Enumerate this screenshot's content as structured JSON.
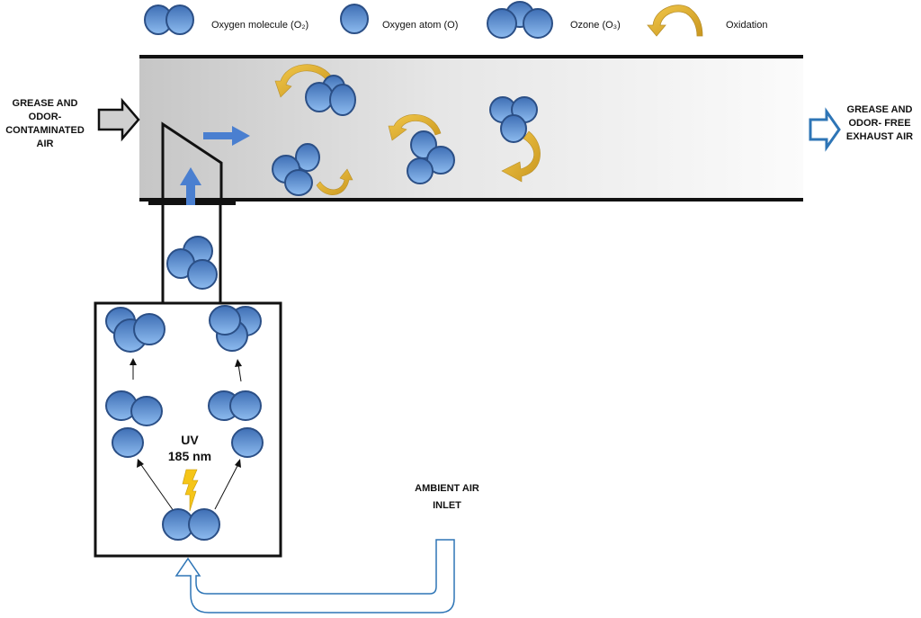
{
  "legend": {
    "items": [
      {
        "key": "o2",
        "label": "Oxygen molecule (O₂)"
      },
      {
        "key": "o",
        "label": "Oxygen atom (O)"
      },
      {
        "key": "o3",
        "label": "Ozone (O₃)"
      },
      {
        "key": "ox",
        "label": "Oxidation"
      }
    ]
  },
  "labels": {
    "inlet": [
      "GREASE AND",
      "ODOR-",
      "CONTAMINATED",
      "AIR"
    ],
    "outlet": [
      "GREASE AND",
      "ODOR- FREE",
      "EXHAUST AIR"
    ],
    "ambient": [
      "AMBIENT AIR",
      "INLET"
    ],
    "uv": [
      "UV",
      "185 nm"
    ]
  },
  "colors": {
    "atom_light": "#8ab6ea",
    "atom_dark": "#3d6fb8",
    "atom_stroke": "#2b4f86",
    "oxidation_arrow": "#e8b83a",
    "flow_arrow": "#4a7fd0",
    "outline_arrow": "#2e75b6",
    "duct_grey": "#c9c9c9",
    "lightning": "#f5c518"
  }
}
